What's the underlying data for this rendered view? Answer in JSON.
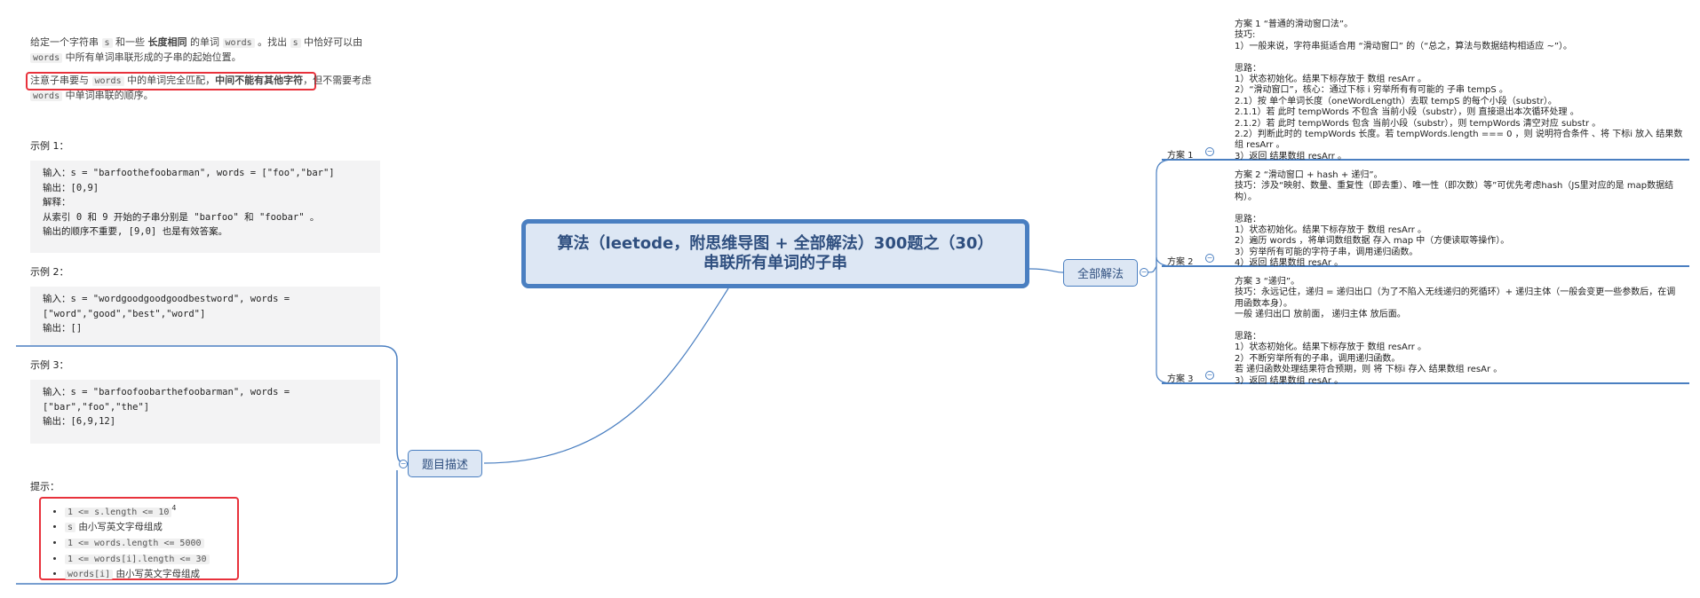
{
  "root": {
    "title": "算法（leetode，附思维导图 + 全部解法）300题之（30）串联所有单词的子串"
  },
  "branches": {
    "problem": {
      "label": "题目描述"
    },
    "solutions": {
      "label": "全部解法"
    }
  },
  "solutions": [
    {
      "label": "方案 1",
      "note": "方案 1 “普通的滑动窗口法”。\n技巧:\n1）一般来说，字符串挺适合用 “滑动窗口” 的（“总之，算法与数据结构相适应 ~”）。\n\n思路：\n1）状态初始化。结果下标存放于 数组 resArr 。\n2）“滑动窗口”，核心：通过下标 i 穷举所有有可能的 子串 tempS 。\n2.1）按 单个单词长度（oneWordLength）去取 tempS 的每个小段（substr）。\n2.1.1）若 此时 tempWords 不包含 当前小段（substr），则 直接退出本次循环处理 。\n2.1.2）若 此时 tempWords 包含 当前小段（substr），则 tempWords 清空对应 substr 。\n2.2）判断此时的 tempWords 长度。若 tempWords.length === 0 ，则 说明符合条件 、将 下标i 放入 结果数组 resArr 。\n3）返回 结果数组 resArr 。"
    },
    {
      "label": "方案 2",
      "note": "方案 2 “滑动窗口 + hash + 递归”。\n技巧：涉及“映射、数量、重复性（即去重）、唯一性（即次数）等”可优先考虑hash（JS里对应的是 map数据结构）。\n\n思路：\n1）状态初始化。结果下标存放于 数组 resArr 。\n2）遍历 words ，将单词数组数据 存入 map 中（方便读取等操作）。\n3）穷举所有可能的字符子串，调用递归函数。\n4）返回 结果数组 resAr 。"
    },
    {
      "label": "方案 3",
      "note": "方案 3 “递归”。\n技巧：永远记住，递归 = 递归出口（为了不陷入无线递归的死循环）+ 递归主体（一般会变更一些参数后，在调用函数本身）。\n一般 递归出口 放前面， 递归主体 放后面。\n\n思路：\n1）状态初始化。结果下标存放于 数组 resArr 。\n2）不断穷举所有的子串，调用递归函数。\n若 递归函数处理结果符合预期，则 将 下标i 存入 结果数组 resAr 。\n3）返回 结果数组 resAr 。"
    }
  ],
  "problem": {
    "desc1": {
      "t1": "给定一个字符串 ",
      "c1": "s",
      "t2": " 和一些 ",
      "b1": "长度相同",
      "t3": " 的单词 ",
      "c2": "words",
      "t4": " 。找出 ",
      "c3": "s",
      "t5": " 中恰好可以由 ",
      "c4": "words",
      "t6": " 中所有单词串联形成的子串的起始位置。"
    },
    "desc2": {
      "t1": "注意子串要与 ",
      "c1": "words",
      "t2": " 中的单词完全匹配，",
      "b1": "中间不能有其他字符",
      "t3": "，但不需要考虑 ",
      "c2": "words",
      "t4": " 中单词串联的顺序。"
    },
    "examples": [
      {
        "title": "示例 1：",
        "body": "输入：s = \"barfoothefoobarman\", words = [\"foo\",\"bar\"]\n输出：[0,9]\n解释：\n从索引 0 和 9 开始的子串分别是 \"barfoo\" 和 \"foobar\" 。\n输出的顺序不重要, [9,0] 也是有效答案。"
      },
      {
        "title": "示例 2：",
        "body": "输入：s = \"wordgoodgoodgoodbestword\", words =\n[\"word\",\"good\",\"best\",\"word\"]\n输出：[]"
      },
      {
        "title": "示例 3：",
        "body": "输入：s = \"barfoofoobarthefoobarman\", words =\n[\"bar\",\"foo\",\"the\"]\n输出：[6,9,12]"
      }
    ],
    "hints_title": "提示：",
    "hints": [
      {
        "code": "1 <= s.length <= 10",
        "sup": "4",
        "text": ""
      },
      {
        "code": "s",
        "sup": "",
        "text": " 由小写英文字母组成"
      },
      {
        "code": "1 <= words.length <= 5000",
        "sup": "",
        "text": ""
      },
      {
        "code": "1 <= words[i].length <= 30",
        "sup": "",
        "text": ""
      },
      {
        "code": "words[i]",
        "sup": "",
        "text": " 由小写英文字母组成"
      }
    ]
  },
  "colors": {
    "branch_line": "#4a7fc1",
    "node_fill": "#dde7f4",
    "highlight_box": "#e8323c"
  },
  "icons": {
    "toggle": "minus-circle-icon"
  }
}
